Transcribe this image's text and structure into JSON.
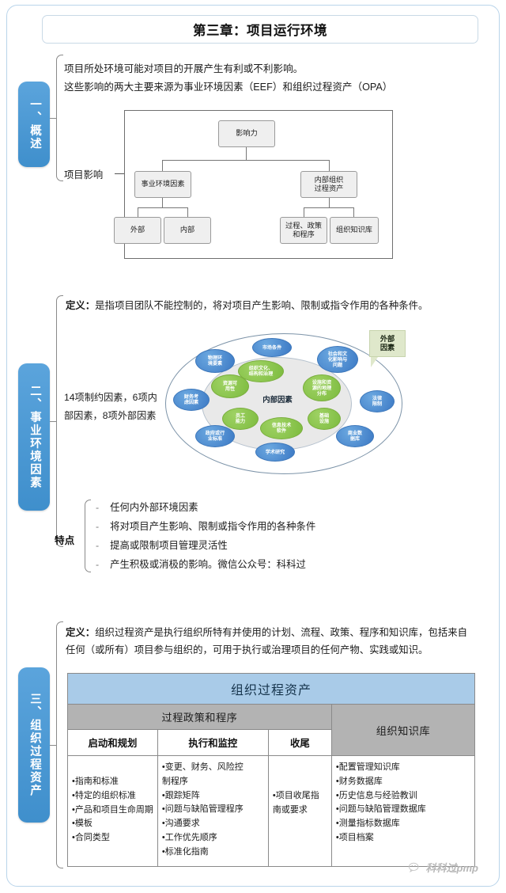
{
  "header": {
    "title": "第三章：项目运行环境"
  },
  "sidebar": {
    "tabs": [
      {
        "label": "一、概述",
        "name": "overview"
      },
      {
        "label": "二、事业环境因素",
        "name": "enterprise-environmental-factors"
      },
      {
        "label": "三、组织过程资产",
        "name": "organizational-process-assets"
      }
    ]
  },
  "section1": {
    "line1": "项目所处环境可能对项目的开展产生有利或不利影响。",
    "line2": "这些影响的两大主要来源为事业环境因素（EEF）和组织过程资产（OPA）",
    "impact_label": "项目影响",
    "tree": {
      "root": "影响力",
      "branches": [
        {
          "label": "事业环境因素",
          "children": [
            "外部",
            "内部"
          ]
        },
        {
          "label": "内部组织\n过程资产",
          "children": [
            "过程、政策\n和程序",
            "组织知识库"
          ]
        }
      ],
      "nodes": {
        "root": "影响力",
        "left": "事业环境因素",
        "right_l1": "内部组织",
        "right_l2": "过程资产",
        "leaf1": "外部",
        "leaf2": "内部",
        "leaf3_l1": "过程、政策",
        "leaf3_l2": "和程序",
        "leaf4": "组织知识库"
      }
    }
  },
  "section2": {
    "def_label": "定义：",
    "def_text": "是指项目团队不能控制的，将对项目产生影响、限制或指令作用的各种条件。",
    "count_text": "14项制约因素，6项内部因素，8项外部因素",
    "diagram": {
      "inner_label": "内部因素",
      "callout": "外部\n因素",
      "callout_line1": "外部",
      "callout_line2": "因素",
      "external_factors": [
        "市场条件",
        "社会和文\n化影响与\n问题",
        "法律\n限制",
        "商业数\n据库",
        "学术研究",
        "政府或行\n业标准",
        "财务考\n虑因素",
        "物理环\n境要素"
      ],
      "internal_factors": [
        "组织文化、\n结构和治理",
        "设施和资\n源的地理\n分布",
        "基础\n设施",
        "信息技术\n软件",
        "员工\n能力",
        "资源可\n用性"
      ]
    },
    "feature_label": "特点",
    "features": [
      "任何内外部环境因素",
      "将对项目产生影响、限制或指令作用的各种条件",
      "提高或限制项目管理灵活性",
      "产生积极或消极的影响。微信公众号：科科过"
    ]
  },
  "section3": {
    "def_label": "定义：",
    "def_text": "组织过程资产是执行组织所特有并使用的计划、流程、政策、程序和知识库，包括来自任何（或所有）项目参与组织的，可用于执行或治理项目的任何产物、实践或知识。",
    "table": {
      "title": "组织过程资产",
      "group_headers": [
        "过程政策和程序",
        "组织知识库"
      ],
      "sub_headers": [
        "启动和规划",
        "执行和监控",
        "收尾"
      ],
      "cells": {
        "initiating_planning": [
          "指南和标准",
          "特定的组织标准",
          "产品和项目生命周期",
          "模板",
          "合同类型"
        ],
        "executing_monitoring": [
          "变更、财务、风险控",
          "制程序",
          "跟踪矩阵",
          "问题与缺陷管理程序",
          "沟通要求",
          "工作优先顺序",
          "标准化指南"
        ],
        "closing": [
          "项目收尾指",
          "南或要求"
        ],
        "knowledge_base": [
          "配置管理知识库",
          "财务数据库",
          "历史信息与经验教训",
          "问题与缺陷管理数据库",
          "测量指标数据库",
          "项目档案"
        ]
      }
    }
  },
  "watermark": {
    "text": "科科过pmp",
    "icon": "wechat-icon"
  },
  "colors": {
    "tab_blue": "#4a95d3",
    "table_title_bg": "#a9cbe8",
    "table_group_bg": "#b3b3b3",
    "bubble_blue": "#3b78c4",
    "bubble_green": "#7cbb3e",
    "callout_green": "#dfe8cb",
    "frame_border": "#b9d4ea"
  }
}
